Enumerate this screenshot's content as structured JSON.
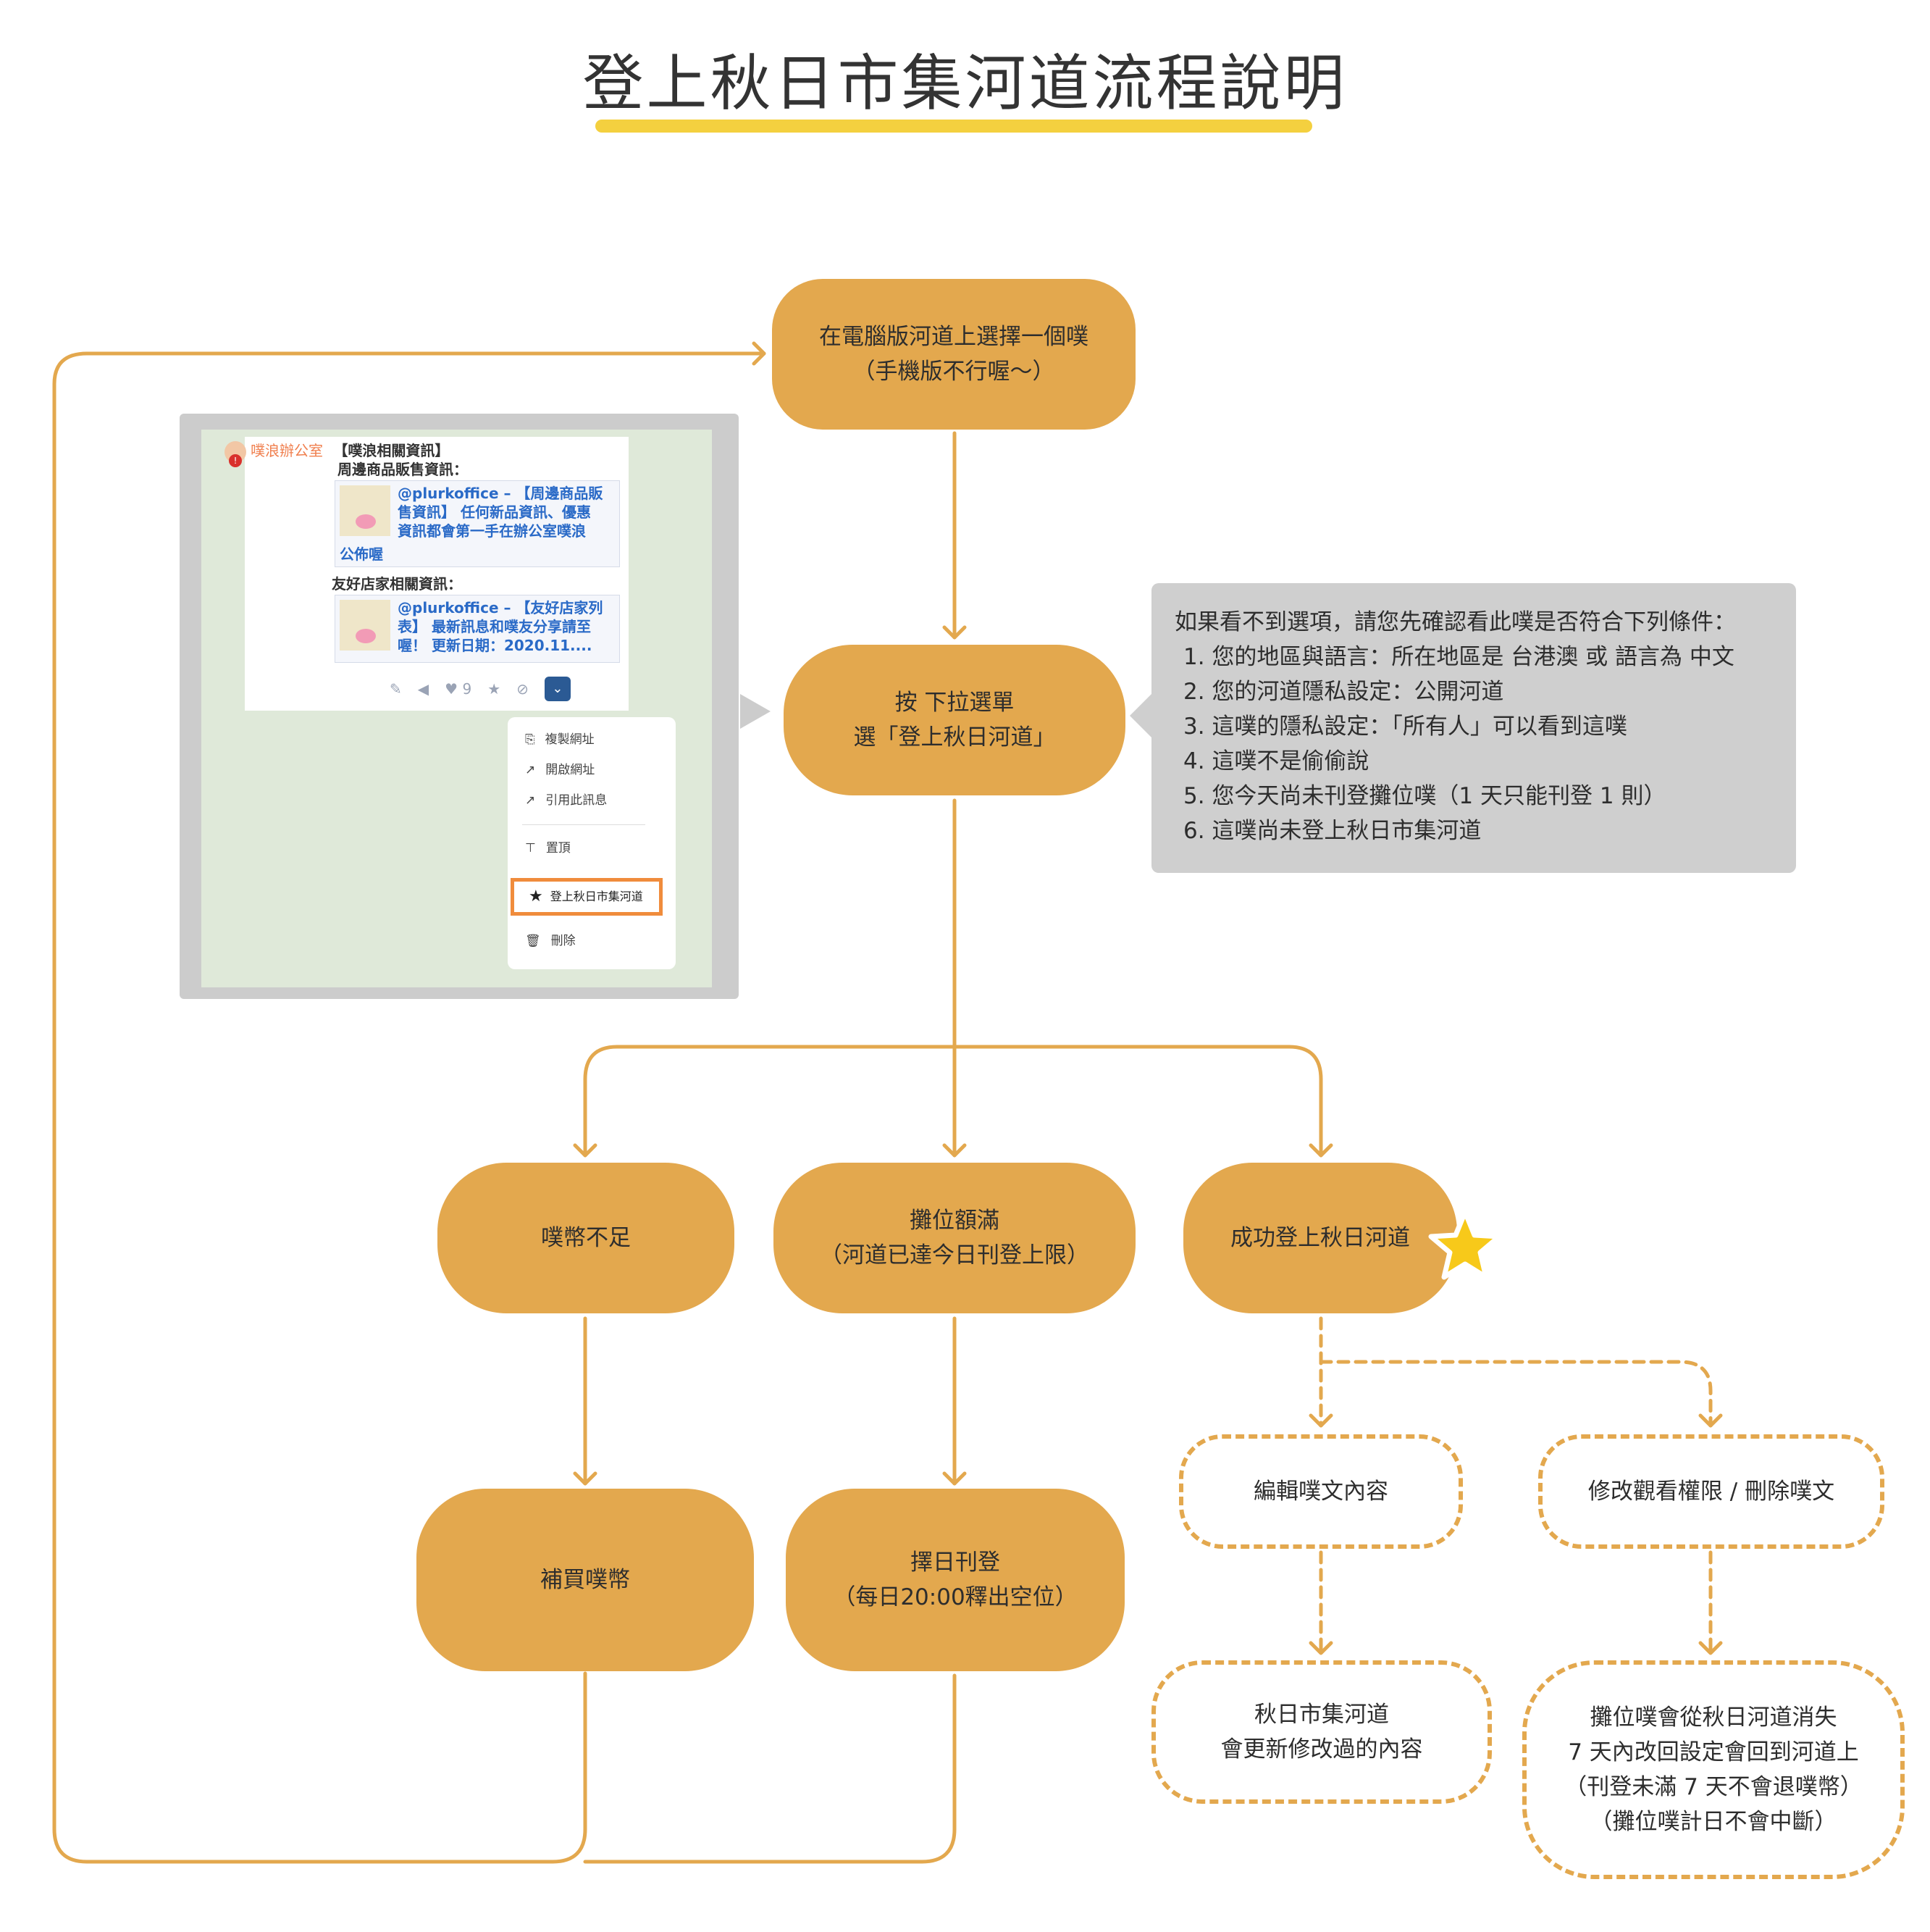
{
  "title": "登上秋日市集河道流程說明",
  "colors": {
    "node_fill": "#e3a84e",
    "line": "#e3a84e",
    "title_underline": "#f4d03f",
    "note_bg": "#cfcfcf",
    "highlight": "#f08c3c"
  },
  "nodes": {
    "select_plurk": {
      "line1": "在電腦版河道上選擇一個噗",
      "line2": "（手機版不行喔～）"
    },
    "dropdown": {
      "line1": "按 下拉選單",
      "line2": "選「登上秋日河道」"
    },
    "insufficient": {
      "line1": "噗幣不足"
    },
    "full": {
      "line1": "攤位額滿",
      "line2": "（河道已達今日刊登上限）"
    },
    "success": {
      "line1": "成功登上秋日河道"
    },
    "buy_coins": {
      "line1": "補買噗幣"
    },
    "pick_day": {
      "line1": "擇日刊登",
      "line2": "（每日20:00釋出空位）"
    },
    "edit_content": {
      "line1": "編輯噗文內容"
    },
    "edit_perm": {
      "line1": "修改觀看權限 / 刪除噗文"
    },
    "updated": {
      "line1": "秋日市集河道",
      "line2": "會更新修改過的內容"
    },
    "disappear": {
      "line1": "攤位噗會從秋日河道消失",
      "line2": "7 天內改回設定會回到河道上",
      "line3": "（刊登未滿 7 天不會退噗幣）",
      "line4": "（攤位噗計日不會中斷）"
    }
  },
  "notes": {
    "heading": "如果看不到選項，請您先確認看此噗是否符合下列條件：",
    "items": [
      "1. 您的地區與語言：所在地區是 台港澳  或  語言為 中文",
      "2. 您的河道隱私設定：公開河道",
      "3. 這噗的隱私設定：「所有人」可以看到這噗",
      "4. 這噗不是偷偷說",
      "5. 您今天尚未刊登攤位噗（1 天只能刊登 1 則）",
      "6. 這噗尚未登上秋日市集河道"
    ]
  },
  "screenshot": {
    "author": "噗浪辦公室",
    "header": "【噗浪相關資訊】",
    "section1": "周邊商品販售資訊：",
    "card1_line1": "@plurkoffice – 【周邊商品販",
    "card1_line2": "售資訊】 任何新品資訊、優惠",
    "card1_line3": "資訊都會第一手在辦公室噗浪",
    "card1_line4": "公佈喔",
    "section2": "友好店家相關資訊：",
    "card2_line1": "@plurkoffice – 【友好店家列",
    "card2_line2": "表】 最新訊息和噗友分享請至",
    "card2_line3": "喔！ 更新日期：2020.11....",
    "like_count": "9",
    "menu": {
      "copy_url": "複製網址",
      "open_url": "開啟網址",
      "quote": "引用此訊息",
      "pin": "置頂",
      "market": "登上秋日市集河道",
      "delete": "刪除"
    }
  }
}
